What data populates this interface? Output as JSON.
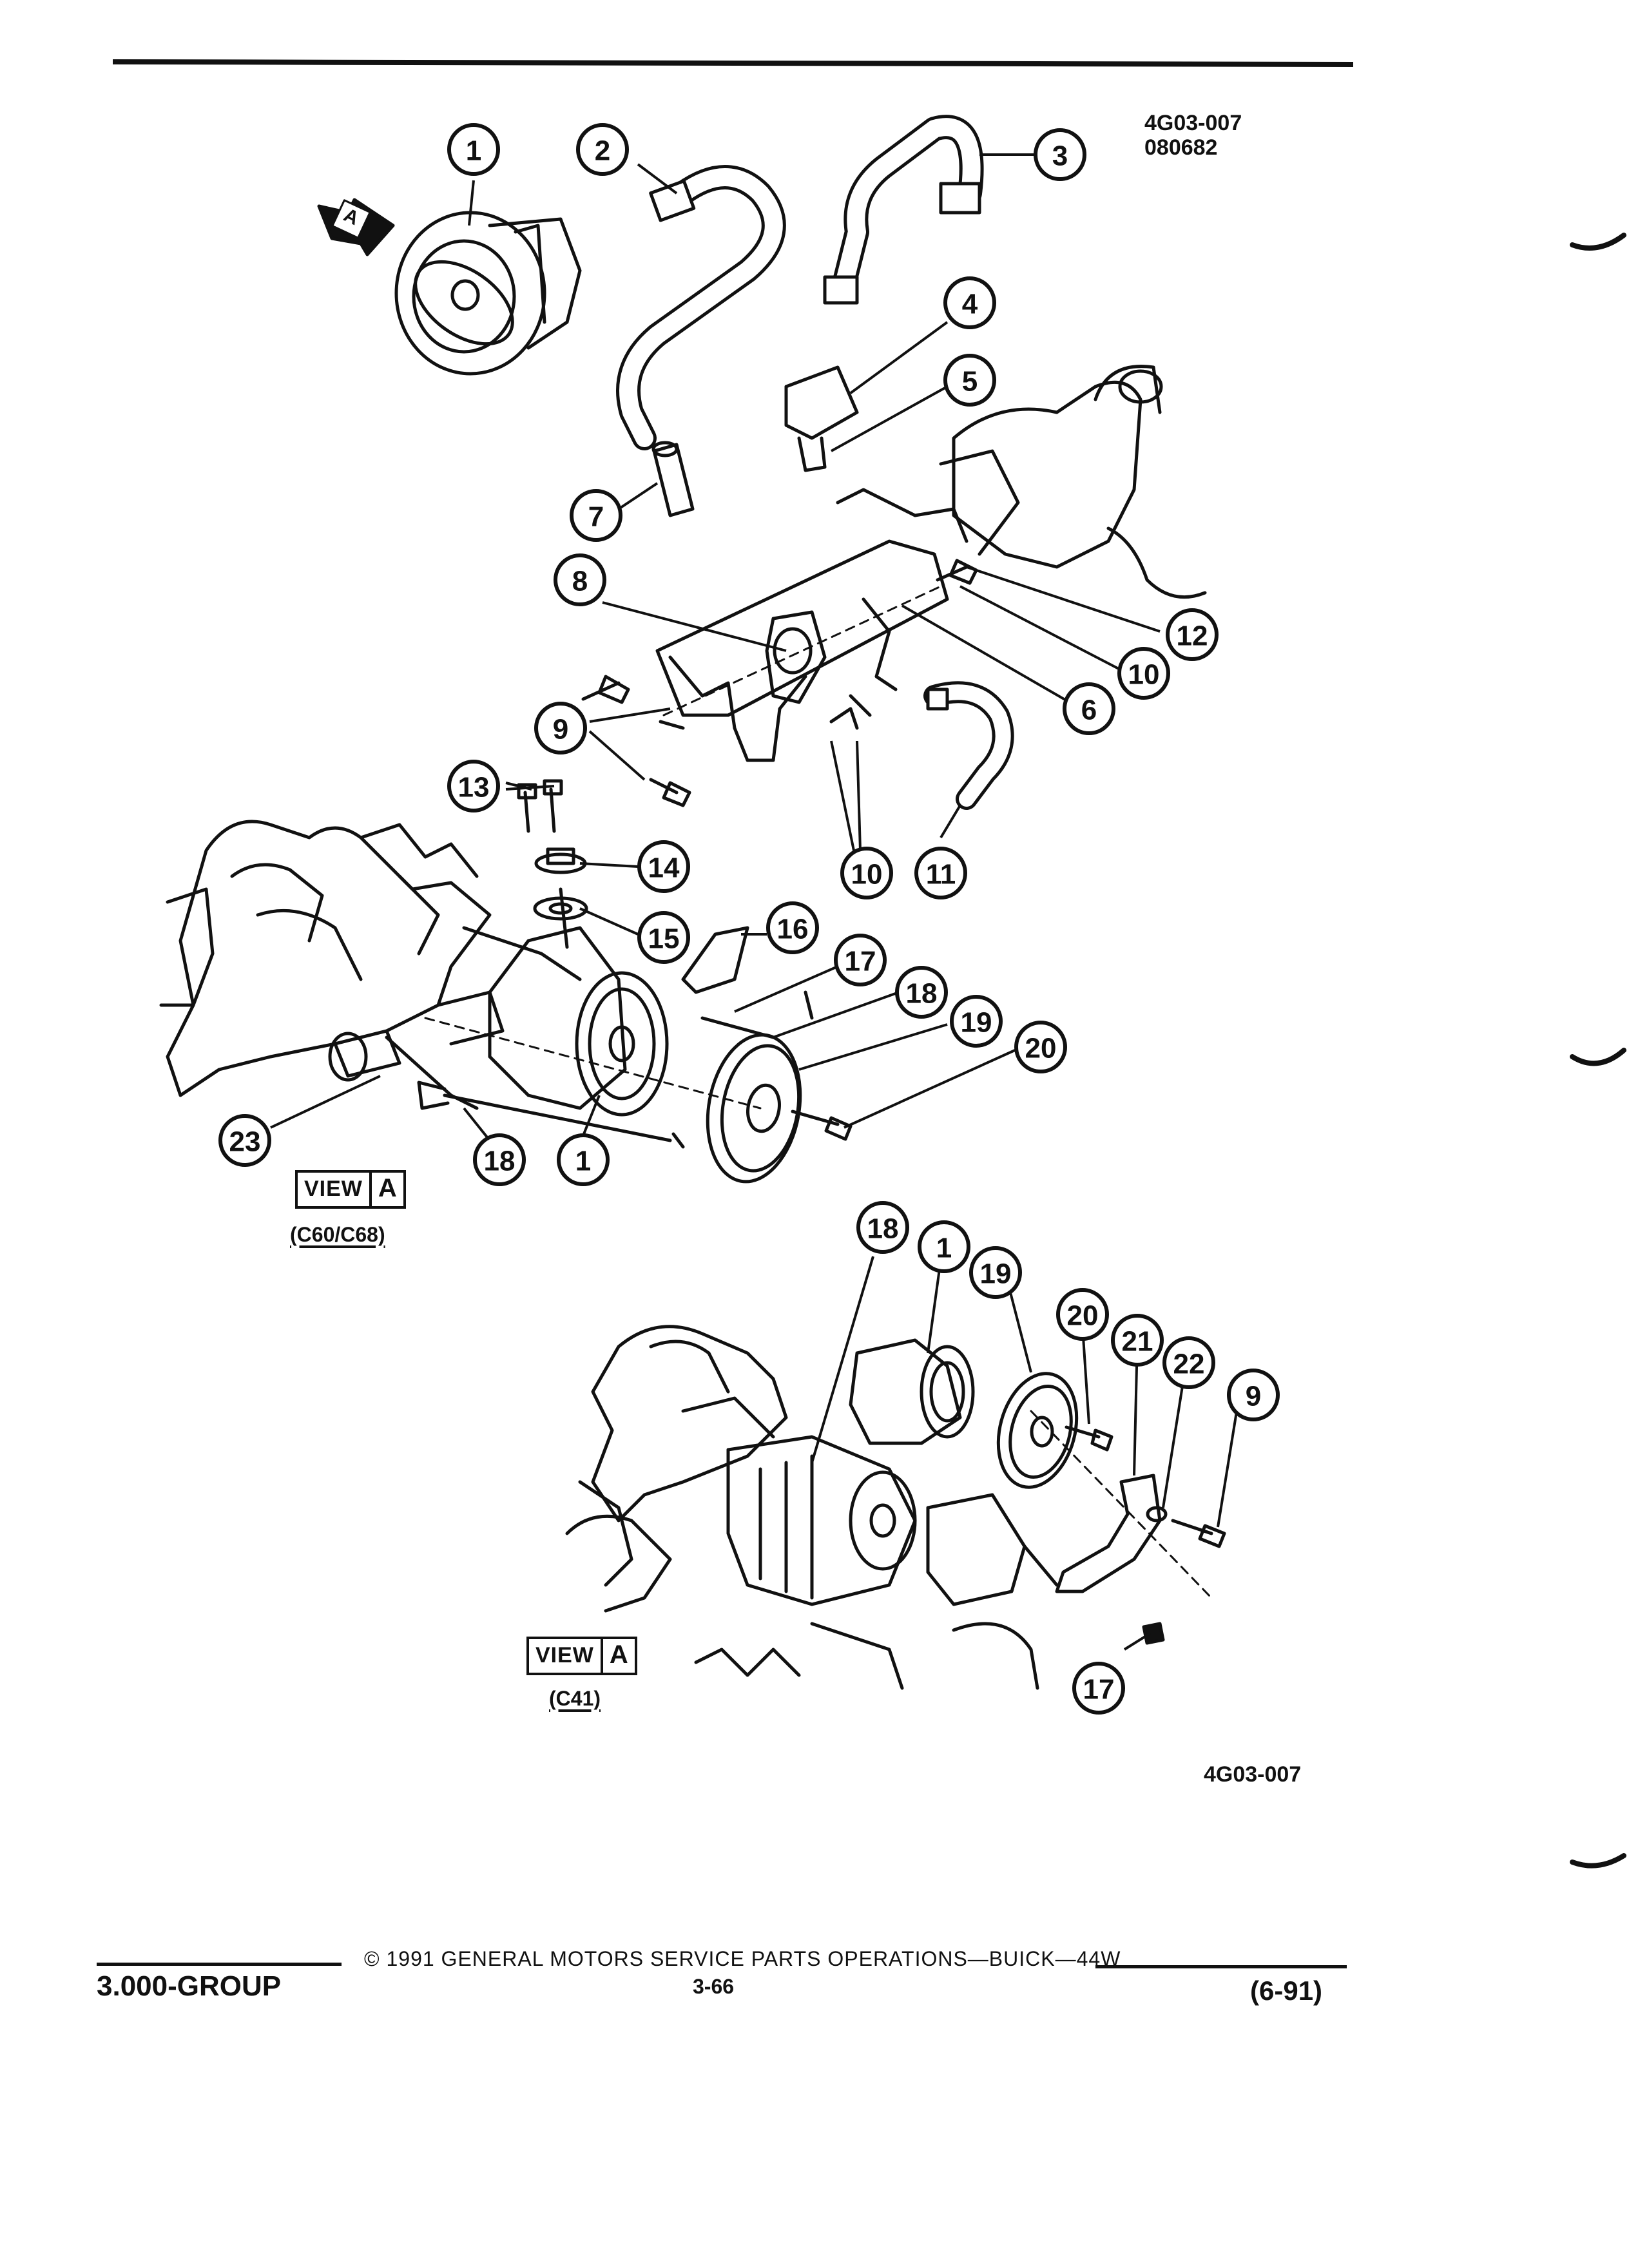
{
  "header": {
    "figure_code": "4G03-007",
    "figure_number": "080682"
  },
  "view_badge": {
    "letter": "A"
  },
  "callouts": [
    {
      "n": "1"
    },
    {
      "n": "2"
    },
    {
      "n": "3"
    },
    {
      "n": "4"
    },
    {
      "n": "5"
    },
    {
      "n": "7"
    },
    {
      "n": "8"
    },
    {
      "n": "12"
    },
    {
      "n": "10"
    },
    {
      "n": "6"
    },
    {
      "n": "9"
    },
    {
      "n": "13"
    },
    {
      "n": "10"
    },
    {
      "n": "11"
    },
    {
      "n": "14"
    },
    {
      "n": "15"
    },
    {
      "n": "16"
    },
    {
      "n": "17"
    },
    {
      "n": "18"
    },
    {
      "n": "19"
    },
    {
      "n": "20"
    },
    {
      "n": "23"
    },
    {
      "n": "18"
    },
    {
      "n": "1"
    },
    {
      "n": "18"
    },
    {
      "n": "1"
    },
    {
      "n": "19"
    },
    {
      "n": "20"
    },
    {
      "n": "21"
    },
    {
      "n": "22"
    },
    {
      "n": "9"
    },
    {
      "n": "17"
    }
  ],
  "views": [
    {
      "view_label": "VIEW",
      "view_letter": "A",
      "model": "(C60/C68)"
    },
    {
      "view_label": "VIEW",
      "view_letter": "A",
      "model": "(C41)"
    }
  ],
  "figure_code_bottom": "4G03-007",
  "footer": {
    "group": "3.000-GROUP",
    "copyright": "© 1991 GENERAL MOTORS SERVICE PARTS OPERATIONS—BUICK—44W",
    "page": "3-66",
    "date": "(6-91)"
  }
}
